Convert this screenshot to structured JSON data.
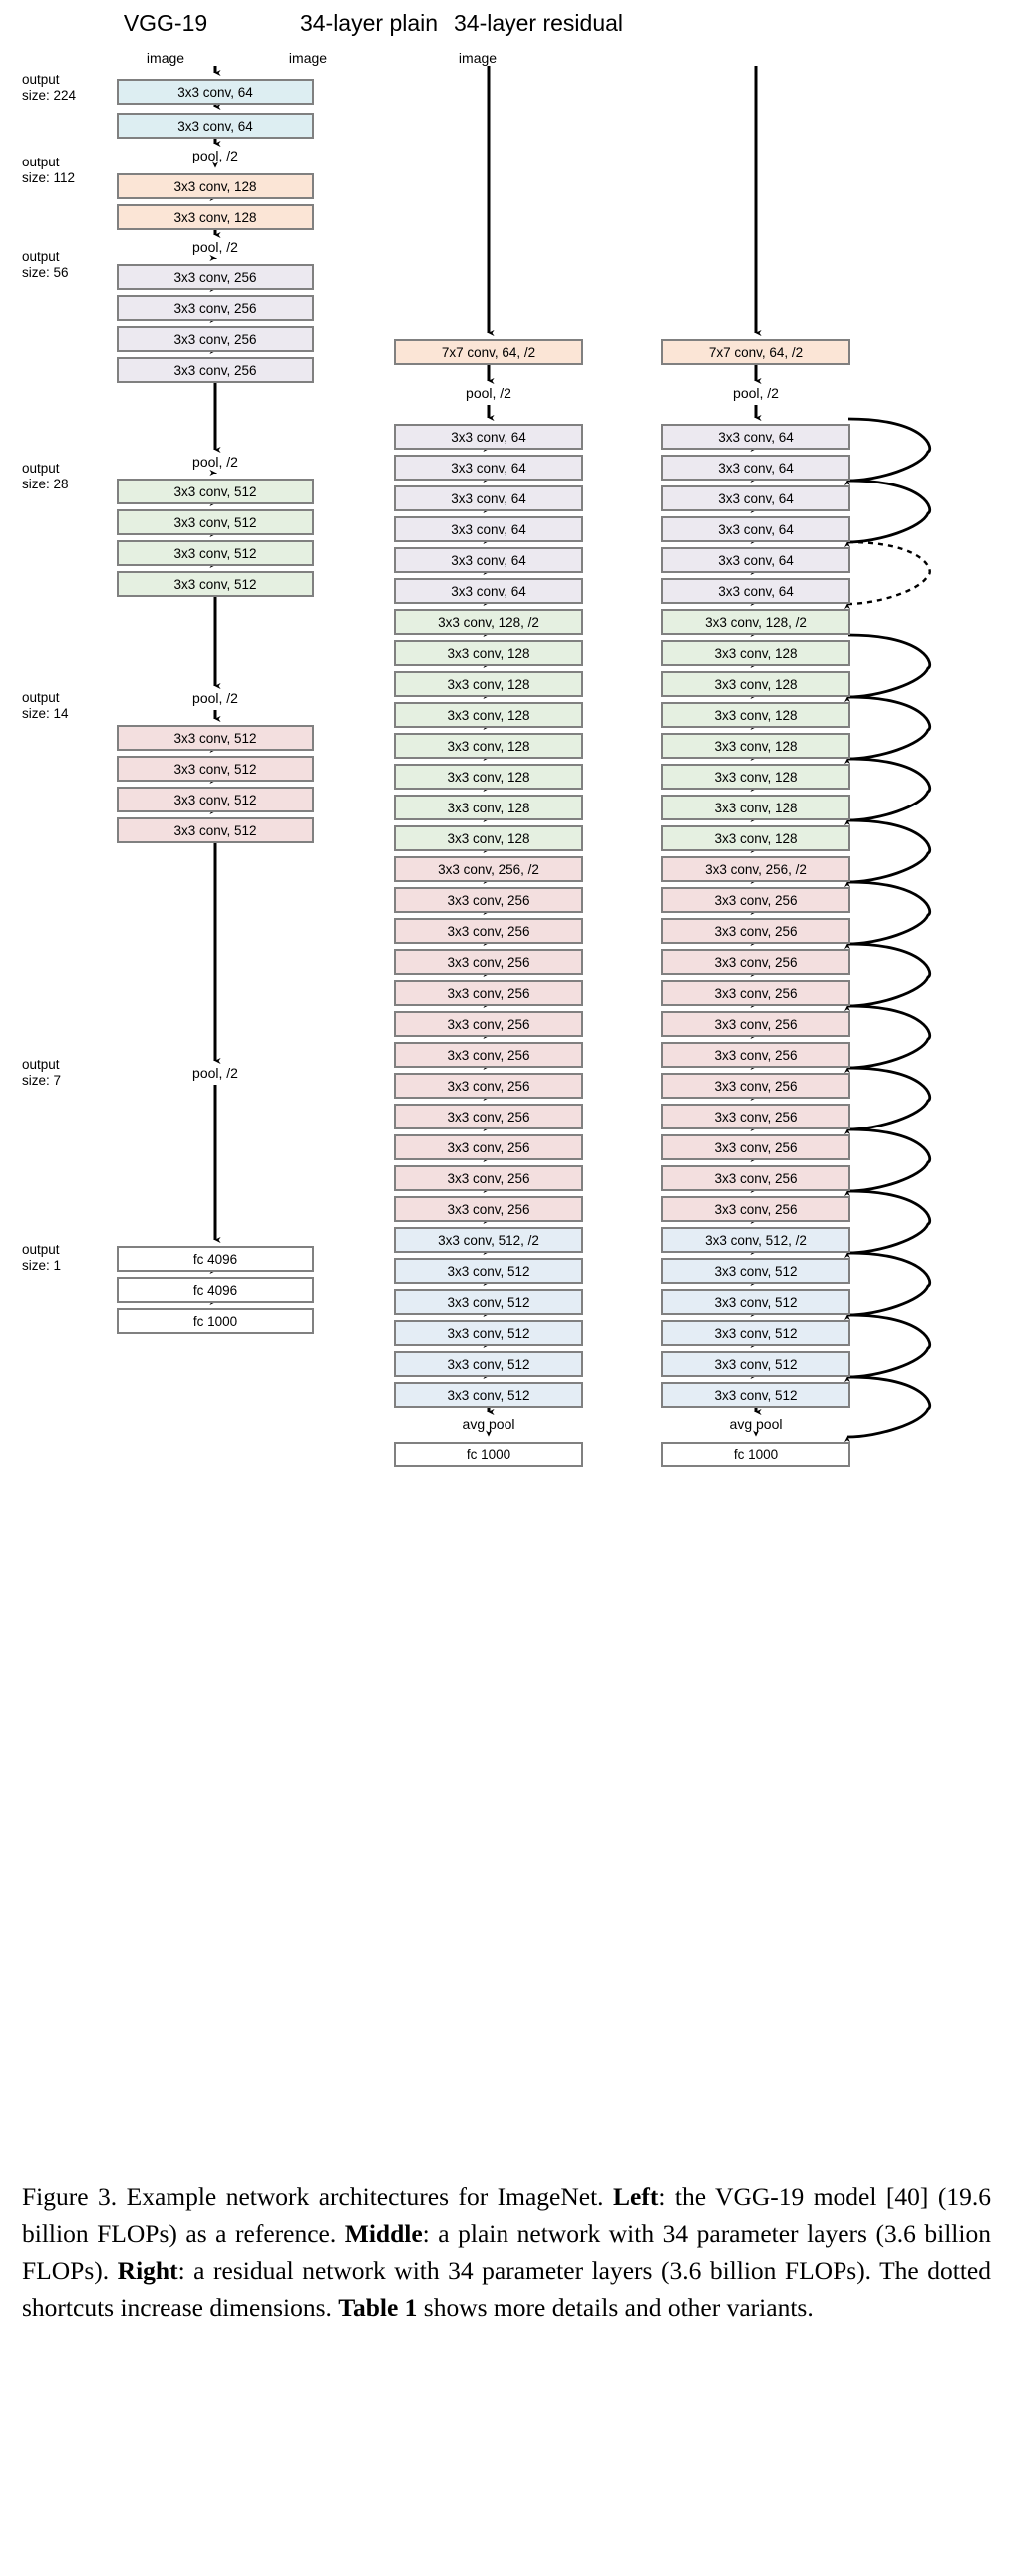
{
  "figure": {
    "columns": [
      {
        "id": "vgg",
        "title": "VGG-19",
        "input_label": "image"
      },
      {
        "id": "plain34",
        "title": "34-layer plain",
        "input_label": "image"
      },
      {
        "id": "res34",
        "title": "34-layer residual",
        "input_label": "image"
      }
    ],
    "output_sizes": [
      {
        "line1": "output",
        "line2": "size: 224"
      },
      {
        "line1": "output",
        "line2": "size: 112"
      },
      {
        "line1": "output",
        "line2": "size: 56"
      },
      {
        "line1": "output",
        "line2": "size: 28"
      },
      {
        "line1": "output",
        "line2": "size: 14"
      },
      {
        "line1": "output",
        "line2": "size: 7"
      },
      {
        "line1": "output",
        "line2": "size: 1"
      }
    ],
    "pool_label": "pool, /2",
    "colors": {
      "conv64": "#ddeef2",
      "conv128": "#fbe5d6",
      "conv256": "#ece9f0",
      "conv256b": "#f3dfdf",
      "conv512": "#e5f0e1",
      "conv512b": "#e4edf5",
      "fc": "#ffffff",
      "border": "#808080",
      "arrow": "#000000"
    },
    "vgg": {
      "boxes": [
        {
          "text": "3x3 conv, 64",
          "fill": "#ddeef2"
        },
        {
          "text": "3x3 conv, 64",
          "fill": "#ddeef2"
        },
        {
          "text": "3x3 conv, 128",
          "fill": "#fbe5d6"
        },
        {
          "text": "3x3 conv, 128",
          "fill": "#fbe5d6"
        },
        {
          "text": "3x3 conv, 256",
          "fill": "#ece9f0"
        },
        {
          "text": "3x3 conv, 256",
          "fill": "#ece9f0"
        },
        {
          "text": "3x3 conv, 256",
          "fill": "#ece9f0"
        },
        {
          "text": "3x3 conv, 256",
          "fill": "#ece9f0"
        },
        {
          "text": "3x3 conv, 512",
          "fill": "#e5f0e1"
        },
        {
          "text": "3x3 conv, 512",
          "fill": "#e5f0e1"
        },
        {
          "text": "3x3 conv, 512",
          "fill": "#e5f0e1"
        },
        {
          "text": "3x3 conv, 512",
          "fill": "#e5f0e1"
        },
        {
          "text": "3x3 conv, 512",
          "fill": "#f3dfdf"
        },
        {
          "text": "3x3 conv, 512",
          "fill": "#f3dfdf"
        },
        {
          "text": "3x3 conv, 512",
          "fill": "#f3dfdf"
        },
        {
          "text": "3x3 conv, 512",
          "fill": "#f3dfdf"
        },
        {
          "text": "fc 4096",
          "fill": "#ffffff"
        },
        {
          "text": "fc 4096",
          "fill": "#ffffff"
        },
        {
          "text": "fc 1000",
          "fill": "#ffffff"
        }
      ],
      "pool_labels": [
        "pool, /2",
        "pool, /2",
        "pool, /2",
        "pool, /2",
        "pool, /2"
      ]
    },
    "plain34": {
      "boxes": [
        {
          "text": "7x7 conv, 64, /2",
          "fill": "#fbe5d6"
        },
        {
          "text": "3x3 conv, 64",
          "fill": "#ece9f0"
        },
        {
          "text": "3x3 conv, 64",
          "fill": "#ece9f0"
        },
        {
          "text": "3x3 conv, 64",
          "fill": "#ece9f0"
        },
        {
          "text": "3x3 conv, 64",
          "fill": "#ece9f0"
        },
        {
          "text": "3x3 conv, 64",
          "fill": "#ece9f0"
        },
        {
          "text": "3x3 conv, 64",
          "fill": "#ece9f0"
        },
        {
          "text": "3x3 conv, 128, /2",
          "fill": "#e5f0e1"
        },
        {
          "text": "3x3 conv, 128",
          "fill": "#e5f0e1"
        },
        {
          "text": "3x3 conv, 128",
          "fill": "#e5f0e1"
        },
        {
          "text": "3x3 conv, 128",
          "fill": "#e5f0e1"
        },
        {
          "text": "3x3 conv, 128",
          "fill": "#e5f0e1"
        },
        {
          "text": "3x3 conv, 128",
          "fill": "#e5f0e1"
        },
        {
          "text": "3x3 conv, 128",
          "fill": "#e5f0e1"
        },
        {
          "text": "3x3 conv, 128",
          "fill": "#e5f0e1"
        },
        {
          "text": "3x3 conv, 256, /2",
          "fill": "#f3dfdf"
        },
        {
          "text": "3x3 conv, 256",
          "fill": "#f3dfdf"
        },
        {
          "text": "3x3 conv, 256",
          "fill": "#f3dfdf"
        },
        {
          "text": "3x3 conv, 256",
          "fill": "#f3dfdf"
        },
        {
          "text": "3x3 conv, 256",
          "fill": "#f3dfdf"
        },
        {
          "text": "3x3 conv, 256",
          "fill": "#f3dfdf"
        },
        {
          "text": "3x3 conv, 256",
          "fill": "#f3dfdf"
        },
        {
          "text": "3x3 conv, 256",
          "fill": "#f3dfdf"
        },
        {
          "text": "3x3 conv, 256",
          "fill": "#f3dfdf"
        },
        {
          "text": "3x3 conv, 256",
          "fill": "#f3dfdf"
        },
        {
          "text": "3x3 conv, 256",
          "fill": "#f3dfdf"
        },
        {
          "text": "3x3 conv, 256",
          "fill": "#f3dfdf"
        },
        {
          "text": "3x3 conv, 512, /2",
          "fill": "#e4edf5"
        },
        {
          "text": "3x3 conv, 512",
          "fill": "#e4edf5"
        },
        {
          "text": "3x3 conv, 512",
          "fill": "#e4edf5"
        },
        {
          "text": "3x3 conv, 512",
          "fill": "#e4edf5"
        },
        {
          "text": "3x3 conv, 512",
          "fill": "#e4edf5"
        },
        {
          "text": "3x3 conv, 512",
          "fill": "#e4edf5"
        },
        {
          "text": "fc 1000",
          "fill": "#ffffff"
        }
      ],
      "pool_label": "pool, /2",
      "avg_pool_label": "avg pool"
    },
    "res34": {
      "boxes": [
        {
          "text": "7x7 conv, 64, /2",
          "fill": "#fbe5d6"
        },
        {
          "text": "3x3 conv, 64",
          "fill": "#ece9f0"
        },
        {
          "text": "3x3 conv, 64",
          "fill": "#ece9f0"
        },
        {
          "text": "3x3 conv, 64",
          "fill": "#ece9f0"
        },
        {
          "text": "3x3 conv, 64",
          "fill": "#ece9f0"
        },
        {
          "text": "3x3 conv, 64",
          "fill": "#ece9f0"
        },
        {
          "text": "3x3 conv, 64",
          "fill": "#ece9f0"
        },
        {
          "text": "3x3 conv, 128, /2",
          "fill": "#e5f0e1"
        },
        {
          "text": "3x3 conv, 128",
          "fill": "#e5f0e1"
        },
        {
          "text": "3x3 conv, 128",
          "fill": "#e5f0e1"
        },
        {
          "text": "3x3 conv, 128",
          "fill": "#e5f0e1"
        },
        {
          "text": "3x3 conv, 128",
          "fill": "#e5f0e1"
        },
        {
          "text": "3x3 conv, 128",
          "fill": "#e5f0e1"
        },
        {
          "text": "3x3 conv, 128",
          "fill": "#e5f0e1"
        },
        {
          "text": "3x3 conv, 128",
          "fill": "#e5f0e1"
        },
        {
          "text": "3x3 conv, 256, /2",
          "fill": "#f3dfdf"
        },
        {
          "text": "3x3 conv, 256",
          "fill": "#f3dfdf"
        },
        {
          "text": "3x3 conv, 256",
          "fill": "#f3dfdf"
        },
        {
          "text": "3x3 conv, 256",
          "fill": "#f3dfdf"
        },
        {
          "text": "3x3 conv, 256",
          "fill": "#f3dfdf"
        },
        {
          "text": "3x3 conv, 256",
          "fill": "#f3dfdf"
        },
        {
          "text": "3x3 conv, 256",
          "fill": "#f3dfdf"
        },
        {
          "text": "3x3 conv, 256",
          "fill": "#f3dfdf"
        },
        {
          "text": "3x3 conv, 256",
          "fill": "#f3dfdf"
        },
        {
          "text": "3x3 conv, 256",
          "fill": "#f3dfdf"
        },
        {
          "text": "3x3 conv, 256",
          "fill": "#f3dfdf"
        },
        {
          "text": "3x3 conv, 256",
          "fill": "#f3dfdf"
        },
        {
          "text": "3x3 conv, 512, /2",
          "fill": "#e4edf5"
        },
        {
          "text": "3x3 conv, 512",
          "fill": "#e4edf5"
        },
        {
          "text": "3x3 conv, 512",
          "fill": "#e4edf5"
        },
        {
          "text": "3x3 conv, 512",
          "fill": "#e4edf5"
        },
        {
          "text": "3x3 conv, 512",
          "fill": "#e4edf5"
        },
        {
          "text": "3x3 conv, 512",
          "fill": "#e4edf5"
        },
        {
          "text": "fc 1000",
          "fill": "#ffffff"
        }
      ],
      "pool_label": "pool, /2",
      "avg_pool_label": "avg pool",
      "shortcut_note": "The dotted shortcuts increase dimensions."
    }
  },
  "caption": {
    "prefix": "Figure 3. Example network architectures for ImageNet. ",
    "b_left": "Left",
    "t1": ": the VGG-19 model [40] (19.6 billion FLOPs) as a reference. ",
    "b_middle": "Middle",
    "t2": ": a plain network with 34 parameter layers (3.6 billion FLOPs). ",
    "b_right": "Right",
    "t3": ": a residual network with 34 parameter layers (3.6 billion FLOPs). The dotted shortcuts increase dimensions. ",
    "b_table": "Table 1",
    "t4": " shows more details and other variants."
  }
}
